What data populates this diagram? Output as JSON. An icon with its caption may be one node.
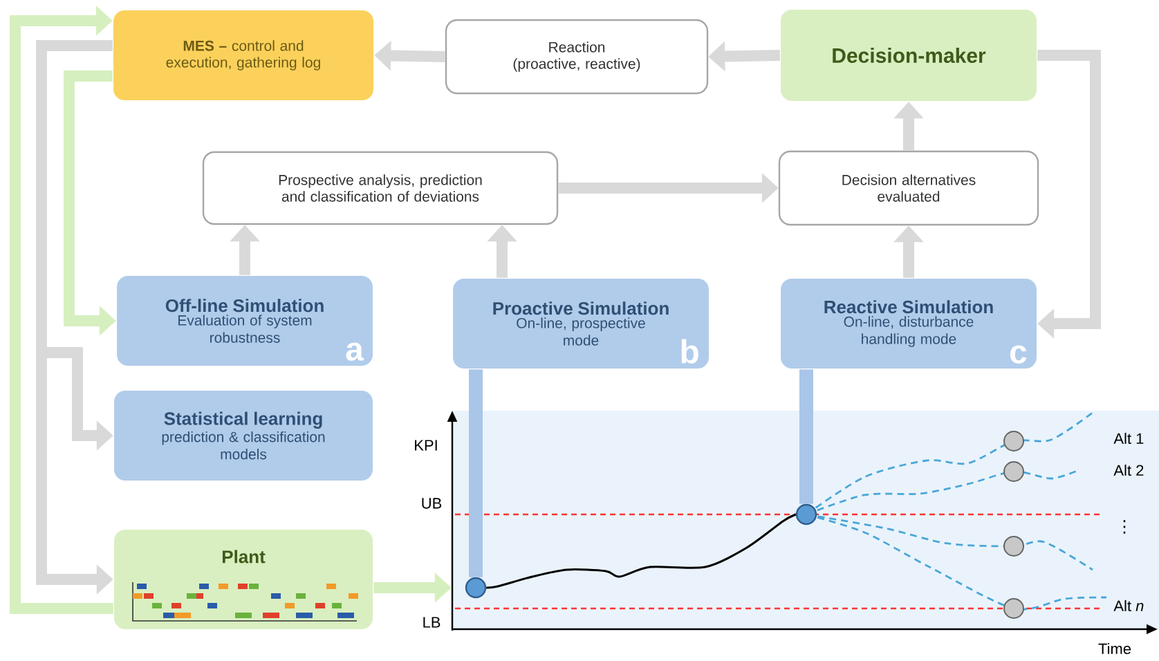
{
  "diagram": {
    "nodes": [
      {
        "text": [
          "**MES –** control and execution, gathering log"
        ]
      },
      {
        "text": [
          "Reaction (proactive, reactive)"
        ]
      },
      {
        "text": [
          "Decision-maker"
        ]
      },
      {
        "text": [
          "Prospective analysis, prediction and classification of deviations"
        ]
      },
      {
        "text": [
          "Decision alternatives evaluated"
        ]
      },
      {
        "text": [
          "Off-line Simulation",
          "Evaluation of system robustness",
          "a"
        ]
      },
      {
        "text": [
          "Proactive Simulation",
          "On-line, prospective mode",
          "b"
        ]
      },
      {
        "text": [
          "Reactive Simulation",
          "On-line, disturbance handling mode",
          "c"
        ]
      },
      {
        "text": [
          "Statistical learning",
          "prediction & classification models"
        ]
      },
      {
        "text": [
          "Plant"
        ]
      },
      {
        "text": [],
        "shape": "box"
      },
      {
        "text": [],
        "shape": "circle",
        "in": 10
      },
      {
        "text": [],
        "shape": "circle",
        "in": 10
      }
    ],
    "edges": [
      {
        "from": 2,
        "to": 1,
        "arrow": "to"
      },
      {
        "from": 1,
        "to": 0,
        "arrow": "to"
      },
      {
        "from": 3,
        "to": 4,
        "arrow": "to"
      },
      {
        "from": 4,
        "to": 2,
        "arrow": "to"
      },
      {
        "from": 5,
        "to": 3,
        "arrow": "to"
      },
      {
        "from": 6,
        "to": 3,
        "arrow": "to"
      },
      {
        "from": 7,
        "to": 4,
        "arrow": "to"
      },
      {
        "from": 2,
        "to": 7,
        "arrow": "to"
      },
      {
        "from": 0,
        "to": 5,
        "arrow": "to",
        "color": "#d6efbf"
      },
      {
        "from": 0,
        "to": 8,
        "arrow": "to"
      },
      {
        "from": 0,
        "to": 9,
        "arrow": "to"
      },
      {
        "from": 9,
        "to": 0,
        "arrow": "to",
        "color": "#d6efbf"
      },
      {
        "from": 9,
        "to": 10,
        "arrow": "to",
        "color": "#d6efbf"
      },
      {
        "from": 6,
        "to": 11,
        "arrow": "none",
        "color": "#a9c6e8"
      },
      {
        "from": 7,
        "to": 12,
        "arrow": "none",
        "color": "#a9c6e8"
      },
      {
        "from": 11,
        "to": 12,
        "arrow": "none",
        "color": "#000000"
      }
    ],
    "labels": [
      "KPI",
      "UB",
      "LB",
      "Time",
      "Alt 1",
      "Alt 2",
      "⋮",
      "Alt *n*"
    ]
  }
}
